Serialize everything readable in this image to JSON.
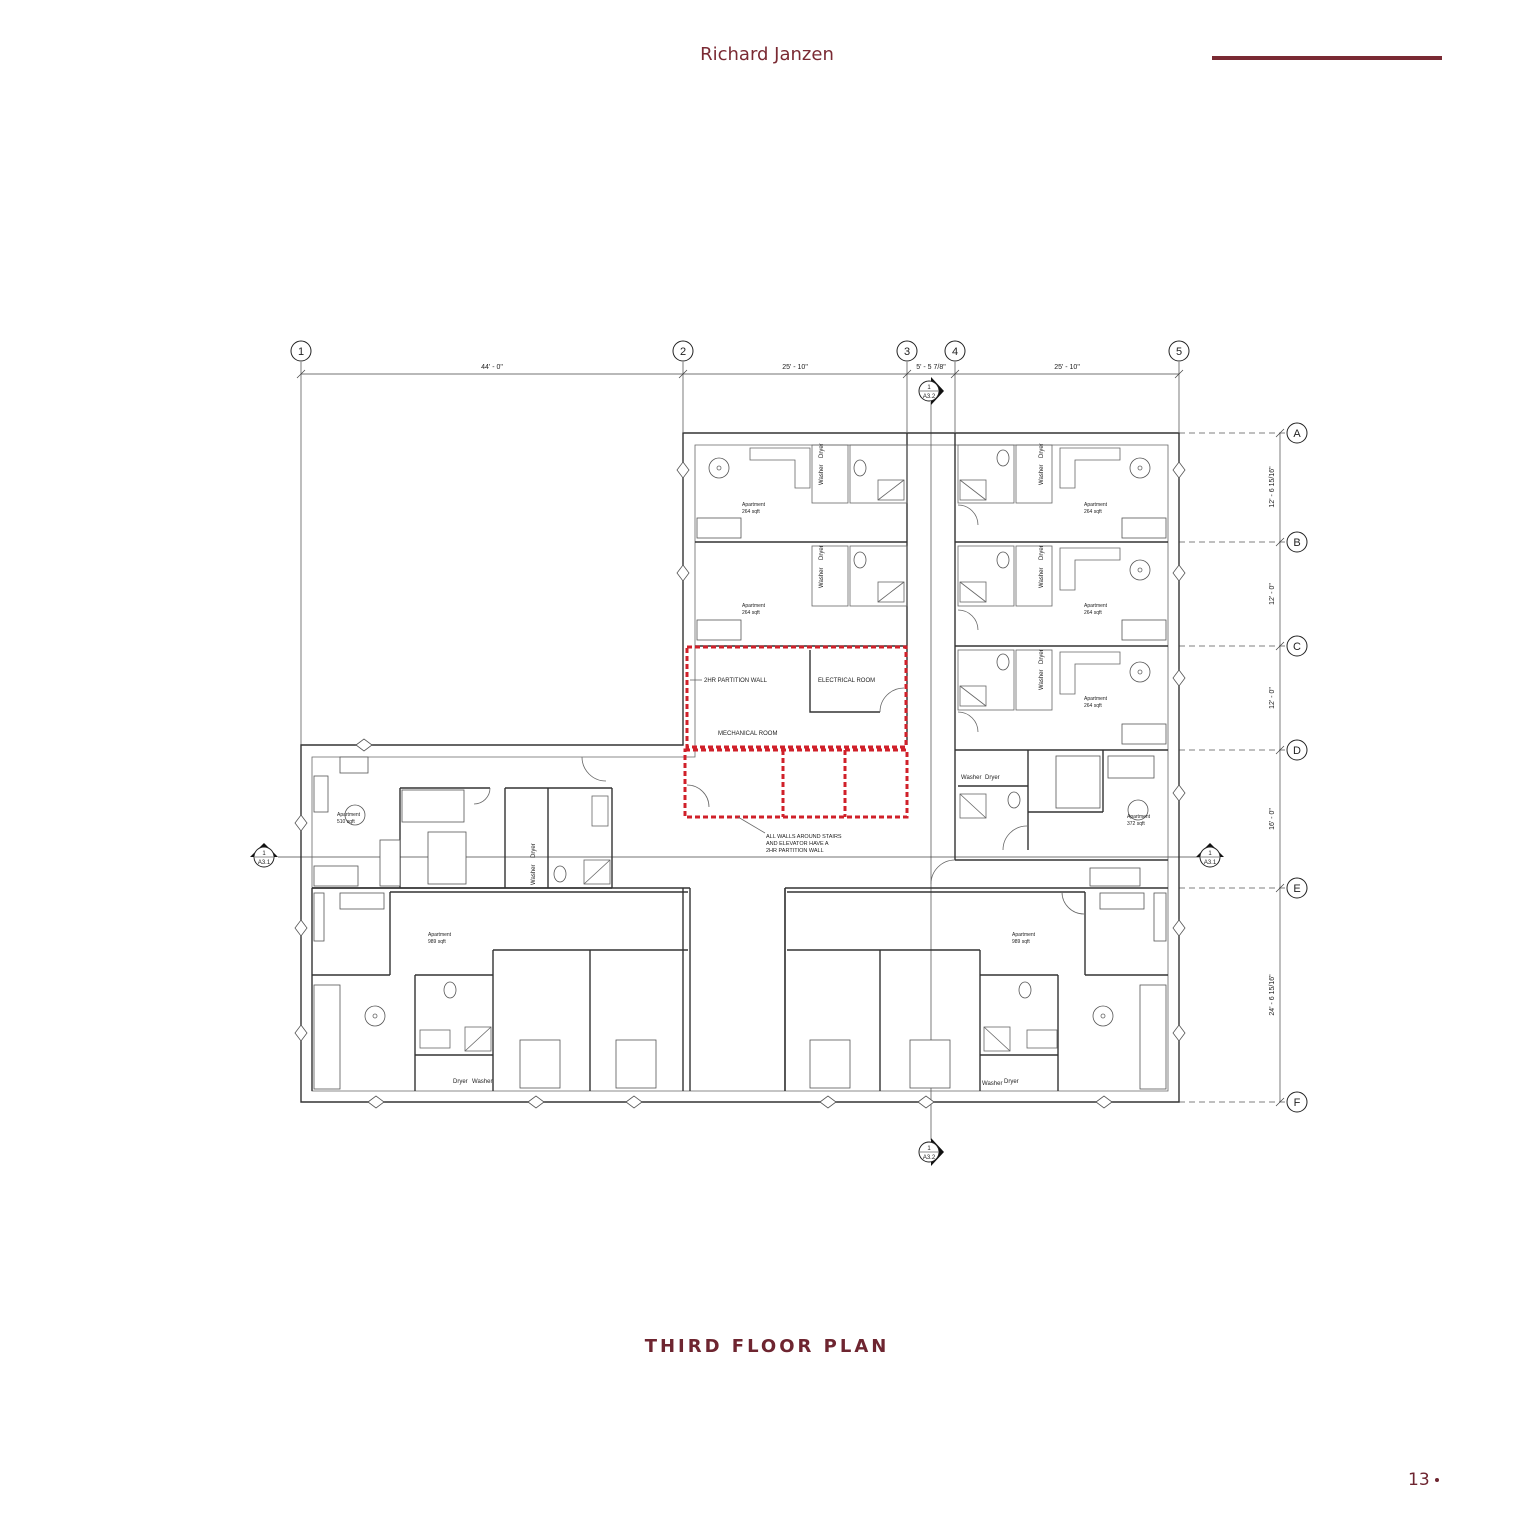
{
  "header": {
    "author": "Richard Janzen"
  },
  "footer": {
    "page_number": "13"
  },
  "plan": {
    "title": "THIRD FLOOR PLAN",
    "grid_columns": [
      "1",
      "2",
      "3",
      "4",
      "5"
    ],
    "grid_rows": [
      "A",
      "B",
      "C",
      "D",
      "E",
      "F"
    ],
    "col_dimensions": [
      "44' - 0\"",
      "25' - 10\"",
      "5' - 5 7/8\"",
      "25' - 10\""
    ],
    "row_dimensions": [
      "12' - 6 15/16\"",
      "12' - 0\"",
      "12' - 0\"",
      "16' - 0\"",
      "24' - 6 15/16\""
    ],
    "section_tags": {
      "top": {
        "num": "1",
        "sheet": "A3.2"
      },
      "bottom": {
        "num": "1",
        "sheet": "A3.2"
      },
      "left": {
        "num": "1",
        "sheet": "A3.1"
      },
      "right": {
        "num": "1",
        "sheet": "A3.1"
      }
    },
    "labels": {
      "partition": "2HR PARTITION WALL",
      "electrical": "ELECTRICAL ROOM",
      "mechanical": "MECHANICAL ROOM",
      "note_line1": "ALL WALLS AROUND STAIRS",
      "note_line2": "AND ELEVATOR HAVE A",
      "note_line3": "2HR PARTITION WALL",
      "washer": "Washer",
      "dryer": "Dryer"
    },
    "apartments": [
      {
        "name": "Apartment",
        "area": "264 sqft"
      },
      {
        "name": "Apartment",
        "area": "264 sqft"
      },
      {
        "name": "Apartment",
        "area": "264 sqft"
      },
      {
        "name": "Apartment",
        "area": "264 sqft"
      },
      {
        "name": "Apartment",
        "area": "264 sqft"
      },
      {
        "name": "Apartment",
        "area": "510 sqft"
      },
      {
        "name": "Apartment",
        "area": "372 sqft"
      },
      {
        "name": "Apartment",
        "area": "989 sqft"
      },
      {
        "name": "Apartment",
        "area": "989 sqft"
      }
    ]
  }
}
